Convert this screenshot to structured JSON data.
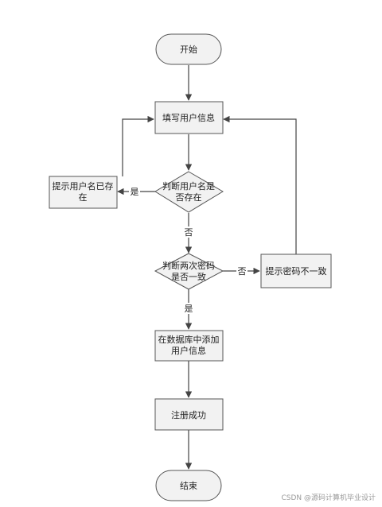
{
  "nodes": {
    "start": "开始",
    "fill_info": "填写用户信息",
    "check_user_line1": "判断用户名是",
    "check_user_line2": "否存在",
    "user_exists_line1": "提示用户名已存",
    "user_exists_line2": "在",
    "check_pwd_line1": "判断两次密码",
    "check_pwd_line2": "是否一致",
    "pwd_mismatch": "提示密码不一致",
    "add_db_line1": "在数据库中添加",
    "add_db_line2": "用户信息",
    "register_ok": "注册成功",
    "end": "结束"
  },
  "edges": {
    "yes": "是",
    "no": "否"
  },
  "watermark": "CSDN @源码计算机毕业设计"
}
